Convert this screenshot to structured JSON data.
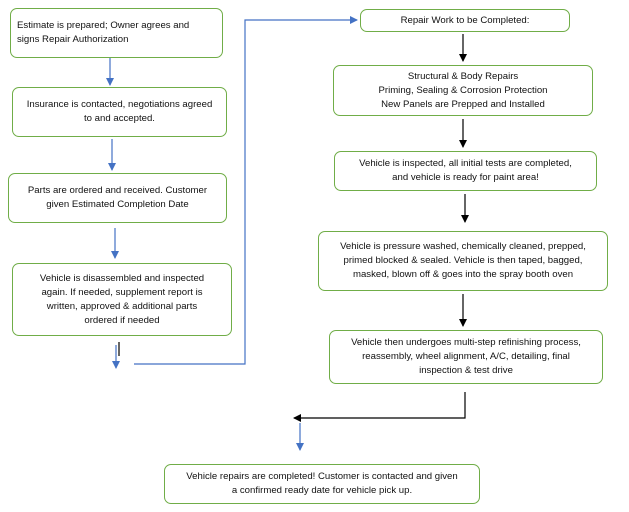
{
  "colors": {
    "box_border": "#70ad47",
    "arrow_blue": "#4472c4",
    "arrow_black": "#000000"
  },
  "left_column": [
    {
      "id": "estimate",
      "lines": [
        "Estimate is prepared; Owner agrees and",
        "signs Repair Authorization"
      ]
    },
    {
      "id": "insurance",
      "lines": [
        "Insurance is contacted, negotiations agreed",
        "to and accepted."
      ]
    },
    {
      "id": "parts",
      "lines": [
        "Parts are ordered and received.  Customer",
        "given Estimated Completion Date"
      ]
    },
    {
      "id": "disassembled",
      "lines": [
        "Vehicle is disassembled and inspected",
        "again.  If needed, supplement report is",
        "written, approved & additional parts",
        "ordered if needed"
      ]
    }
  ],
  "right_column": [
    {
      "id": "repair-work",
      "lines": [
        "Repair Work to be Completed:"
      ]
    },
    {
      "id": "structural",
      "lines": [
        "Structural & Body Repairs",
        "Priming, Sealing & Corrosion Protection",
        "New Panels are Prepped and Installed"
      ]
    },
    {
      "id": "inspected",
      "lines": [
        "Vehicle is inspected, all initial tests are completed,",
        "and vehicle is ready for paint area!"
      ]
    },
    {
      "id": "washed",
      "lines": [
        "Vehicle is pressure washed, chemically cleaned, prepped,",
        "primed blocked & sealed.  Vehicle is then taped, bagged,",
        "masked, blown off & goes into the spray booth oven"
      ]
    },
    {
      "id": "refinishing",
      "lines": [
        "Vehicle then undergoes multi-step refinishing process,",
        "reassembly, wheel alignment, A/C, detailing, final",
        "inspection & test drive"
      ]
    }
  ],
  "final": {
    "id": "completed",
    "lines": [
      "Vehicle repairs are completed!  Customer is contacted and given",
      "a confirmed ready date for vehicle pick up."
    ]
  }
}
